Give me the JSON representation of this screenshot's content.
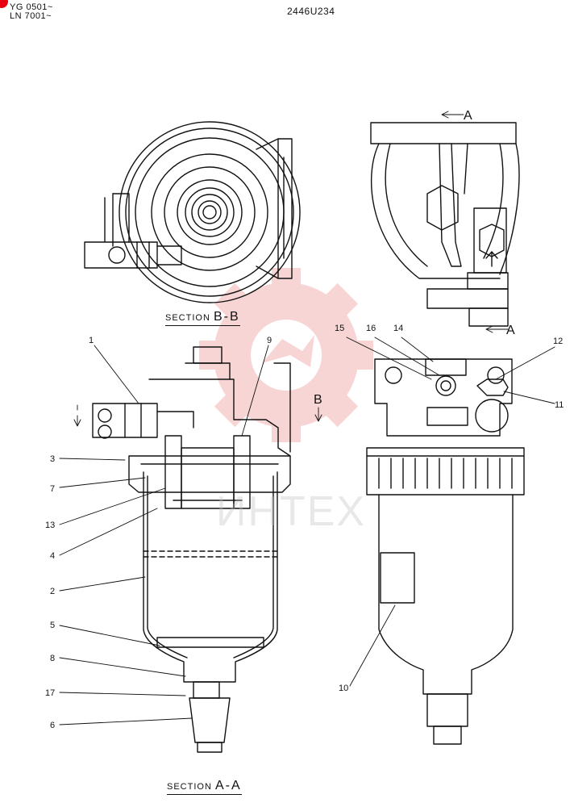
{
  "header": {
    "serial_line_1": "YG 0501~",
    "serial_line_2": "LN 7001~",
    "doc_number": "2446U234"
  },
  "views": {
    "top_left_label": "SECTION",
    "top_left_letters": "B-B",
    "bottom_left_label": "SECTION",
    "bottom_left_letters": "A-A"
  },
  "markers": {
    "section_a_top": "A",
    "section_a_bottom": "A",
    "section_b": "B"
  },
  "callouts": {
    "c1": "1",
    "c2": "2",
    "c3": "3",
    "c4": "4",
    "c5": "5",
    "c6": "6",
    "c7": "7",
    "c8": "8",
    "c9": "9",
    "c10": "10",
    "c11": "11",
    "c12": "12",
    "c13": "13",
    "c14": "14",
    "c15": "15",
    "c16": "16",
    "c17": "17"
  },
  "watermark": {
    "text": "ИНТЕХ",
    "color": "#f4b3b3"
  },
  "colors": {
    "line": "#111111",
    "badge": "#e60012",
    "watermark_gear": "#f4b3b3"
  }
}
